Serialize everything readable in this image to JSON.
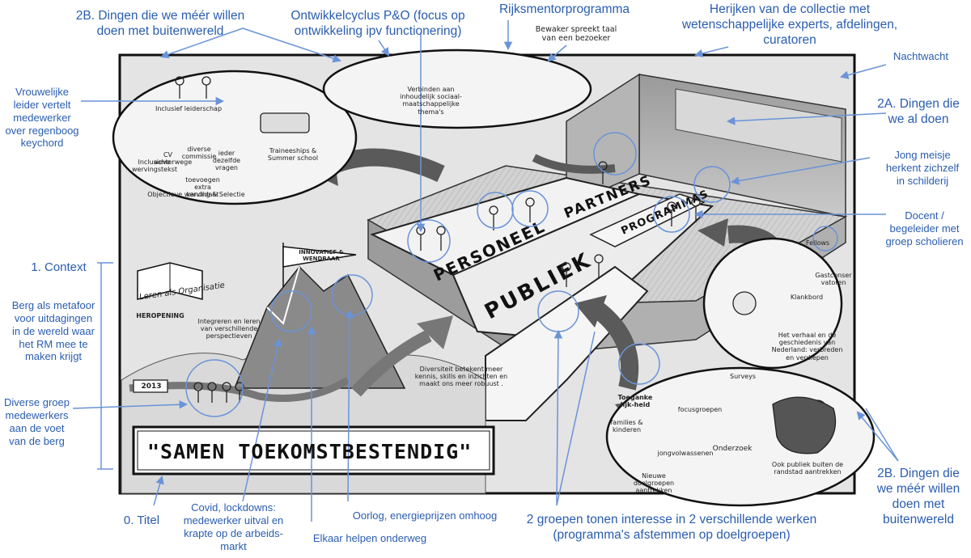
{
  "annotations": {
    "top_left": "2B. Dingen die we méér willen doen met buitenwereld",
    "ontwikkelcyclus": "Ontwikkelcyclus P&O (focus op ontwikkeling ipv functionering)",
    "rijksmentor": "Rijksmentorprogramma",
    "herijken": "Herijken van de collectie met wetenschappelijke experts, afdelingen, curatoren",
    "nachtwacht": "Nachtwacht",
    "right_2a": "2A. Dingen die we al doen",
    "jong_meisje": "Jong meisje herkent zichzelf in schilderij",
    "docent": "Docent / begeleider met groep scholieren",
    "vrouwelijke": "Vrouwelijke leider vertelt medewerker over regenboog keychord",
    "context": "1. Context",
    "berg": "Berg als metafoor voor uitdagingen in de wereld waar het RM mee te maken krijgt",
    "diverse": "Diverse groep medewerkers aan de voet van de berg",
    "titel": "0. Titel",
    "covid": "Covid, lockdowns: medewerker uitval en krapte op de arbeids-markt",
    "elkaar": "Elkaar helpen onderweg",
    "oorlog": "Oorlog, energieprijzen omhoog",
    "twee_groepen": "2 groepen tonen interesse in 2 verschillende werken (programma's afstemmen op doelgroepen)",
    "bottom_right": "2B. Dingen die we méér willen doen met buitenwereld"
  },
  "sketch": {
    "title": "\"SAMEN TOEKOMSTBESTENDIG\"",
    "road_personeel": "PERSONEEL",
    "road_partners": "PARTNERS",
    "road_publiek": "PUBLIEK",
    "road_programmas": "PROGRAMMAS",
    "bewaker": "Bewaker spreekt taal van een bezoeker",
    "verbinden": "Verbinden aan inhoudelijk sociaal-maatschappelijke thema's",
    "inclusief": "Inclusief leiderschap",
    "cv": "CV achterwege",
    "diverse_commissie": "diverse commissie",
    "zelfde_vragen": "ieder dezelfde vragen",
    "inclusieve": "Inclusieve wervingstekst",
    "toevoegen": "toevoegen extra kandidaat",
    "objectieve": "Objectieve werving & Selectie",
    "traineeships": "Traineeships & Summer school",
    "leren": "Leren als Organisatie",
    "heropening": "HEROPENING",
    "innovatief": "INNOVATIEF & WENDBAAR",
    "integreren": "Integreren en leren van verschillende perspectieven",
    "year": "2013",
    "diversiteit": "Diversiteit betekent meer kennis, skills en inzichten en maakt ons meer robuust .",
    "fellows": "Fellows",
    "gastconservatoren": "Gastconser vatoren",
    "klankbord": "Klankbord",
    "verhaal": "Het verhaal en de geschiedenis van Nederland: verbreden en verdiepen",
    "toegankelijkheid": "Toeganke lijk-heid",
    "surveys": "Surveys",
    "focusgroepen": "focusgroepen",
    "onderzoek": "Onderzoek",
    "families": "families & kinderen",
    "jongvolwassenen": "jongvolwassenen",
    "nieuwe": "Nieuwe doelgroepen aantrekken",
    "randstad": "Ook publiek buiten de randstad aantrekken"
  },
  "colors": {
    "annotation": "#2a5db0",
    "arrow_dark": "#555555",
    "ink": "#222222",
    "panel_bg": "#e6e6e6"
  }
}
